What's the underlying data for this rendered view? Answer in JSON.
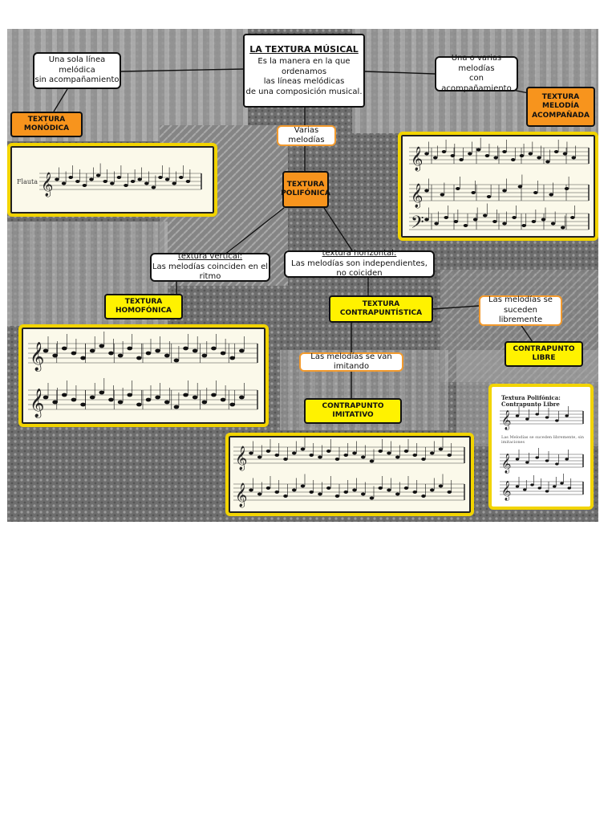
{
  "title": {
    "heading": "LA TEXTURA MÚSICAL",
    "line1": "Es la manera en la que ordenamos",
    "line2": "las líneas melódicas",
    "line3": "de una composición musical."
  },
  "monodic": {
    "desc_line1": "Una sola línea melódica",
    "desc_line2": "sin acompañamiento",
    "label": "TEXTURA MONÓDICA",
    "instrument": "Flauta"
  },
  "accompanied": {
    "desc_line1": "Una o varias melodías",
    "desc_line2": "con acompañamiento",
    "label_line1": "TEXTURA MELODÍA",
    "label_line2": "ACOMPAÑADA"
  },
  "polyphonic": {
    "connector": "Varias melodías",
    "label_line1": "TEXTURA",
    "label_line2": "POLIFÓNICA"
  },
  "vertical": {
    "title": "textura vertical:",
    "desc": "Las melodías coinciden en el ritmo",
    "label": "TEXTURA HOMOFÓNICA"
  },
  "horizontal": {
    "title": "textura horizontal:",
    "desc": "Las melodías son independientes, no coiciden",
    "label": "TEXTURA CONTRAPUNTÍSTICA"
  },
  "imitative": {
    "connector": "Las melodías se van imitando",
    "label": "CONTRAPUNTO IMITATIVO"
  },
  "free": {
    "connector_line1": "Las melodías se suceden",
    "connector_line2": "libremente",
    "label": "CONTRAPUNTO LIBRE",
    "sheet_title1": "Textura Polifónica:",
    "sheet_title2": "Contrapunto Libre",
    "sheet_caption": "Las Melodías se suceden libremente, sin imitaciones"
  },
  "colors": {
    "orange": "#f7941d",
    "yellow": "#fff200",
    "score_border": "#f2d400"
  }
}
